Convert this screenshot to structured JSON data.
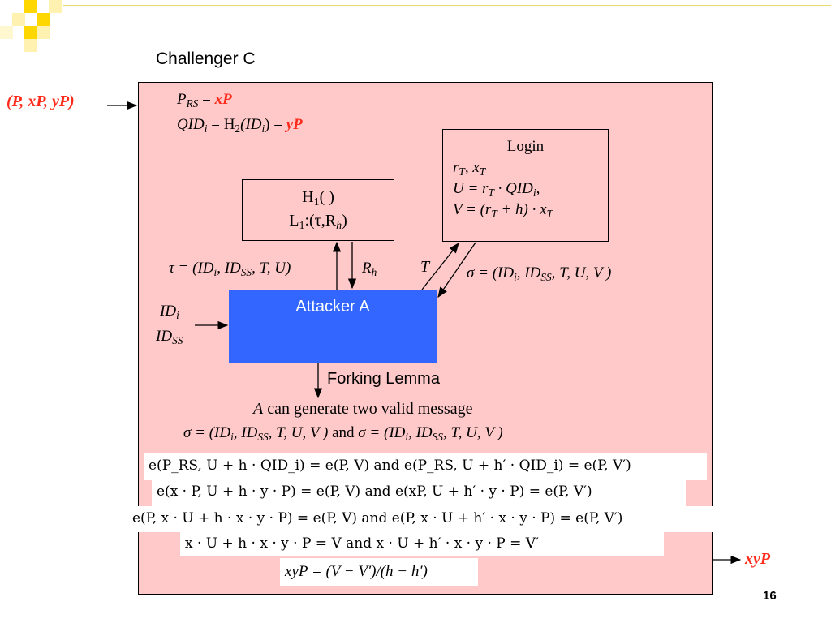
{
  "title": "Challenger C",
  "input_params": "(P, xP, yP)",
  "header_lines": {
    "prs_label": "P",
    "prs_sub": "RS",
    "prs_eq": " = ",
    "prs_value": "xP",
    "qid_label": "QID",
    "qid_sub": "i",
    "qid_eq": " = H",
    "qid_h_sub": "2",
    "qid_arg": "(ID",
    "qid_arg_sub": "i",
    "qid_close": ") = ",
    "qid_value": "yP"
  },
  "h1_box": {
    "line1": "H",
    "line1_sub": "1",
    "line1_rest": "( )",
    "line2": "L",
    "line2_sub": "1",
    "line2_rest": ":(τ,R",
    "line2_sub2": "h",
    "line2_end": ")"
  },
  "login_box": {
    "title": "Login",
    "line1": "r",
    "line1_sub": "T",
    "line1_mid": ", x",
    "line1_sub2": "T",
    "line2": "U = r",
    "line2_sub": "T",
    "line2_mid": " · QID",
    "line2_sub2": "i",
    "line2_end": ",",
    "line3": "V = (r",
    "line3_sub": "T",
    "line3_mid": " + h) · x",
    "line3_sub2": "T"
  },
  "tau_query": "τ = (ID",
  "tau_sub1": "i",
  "tau_mid": ", ID",
  "tau_sub2": "SS",
  "tau_end": ", T, U)",
  "rh_label": "R",
  "rh_sub": "h",
  "t_label": "T",
  "sigma_query": "σ = (ID",
  "sigma_sub1": "i",
  "sigma_mid": ", ID",
  "sigma_sub2": "SS",
  "sigma_end": ", T, U, V )",
  "attacker_label": "Attacker A",
  "id_inputs": {
    "id": "ID",
    "id_sub": "i",
    "idss": "ID",
    "idss_sub": "SS"
  },
  "forking_label": "Forking Lemma",
  "generate_line": "A can generate two valid message",
  "generate_a": "A",
  "generate_rest": " can generate two valid message",
  "sigma_pair": {
    "s1": "σ = (ID",
    "s1_sub1": "i",
    "s1_mid": ", ID",
    "s1_sub2": "SS",
    "s1_end": ", T, U, V ) ",
    "and": "and",
    "s2": " σ = (ID",
    "s2_sub1": "i",
    "s2_mid": ", ID",
    "s2_sub2": "SS",
    "s2_end": ", T, U, V )"
  },
  "equations": [
    "e(P_RS, U + h · QID_i) = e(P, V)  and  e(P_RS, U + h′ · QID_i) = e(P, V′)",
    "e(x · P, U + h · y · P) = e(P, V)  and  e(xP, U + h′ · y · P) = e(P, V′)",
    "e(P, x · U + h · x · y · P) = e(P, V)  and  e(P, x · U + h′ · x · y · P) = e(P, V′)",
    "x · U + h · x · y · P = V  and  x · U + h′ · x · y · P = V′"
  ],
  "result_formula": "xyP = (V − V′)/(h − h′)",
  "output_label": "xyP",
  "page_number": "16",
  "colors": {
    "challenger_bg": "#ffc9c9",
    "attacker_bg": "#3366ff",
    "highlight": "#ff2a1a",
    "deco_yellow": "#ffd700"
  }
}
